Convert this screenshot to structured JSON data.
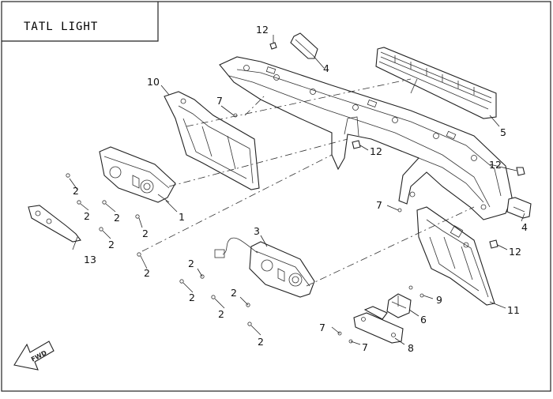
{
  "title": "TATL LIGHT",
  "direction_label": "FWD",
  "callouts": {
    "p1": "1",
    "p2a": "2",
    "p2b": "2",
    "p2c": "2",
    "p2d": "2",
    "p2e": "2",
    "p2f": "2",
    "p2g": "2",
    "p2h": "2",
    "p2i": "2",
    "p2j": "2",
    "p2k": "2",
    "p3": "3",
    "p4a": "4",
    "p4b": "4",
    "p5": "5",
    "p6": "6",
    "p7a": "7",
    "p7b": "7",
    "p7c": "7",
    "p7d": "7",
    "p8": "8",
    "p9": "9",
    "p10": "10",
    "p11": "11",
    "p12a": "12",
    "p12b": "12",
    "p12c": "12",
    "p12d": "12",
    "p13": "13"
  }
}
